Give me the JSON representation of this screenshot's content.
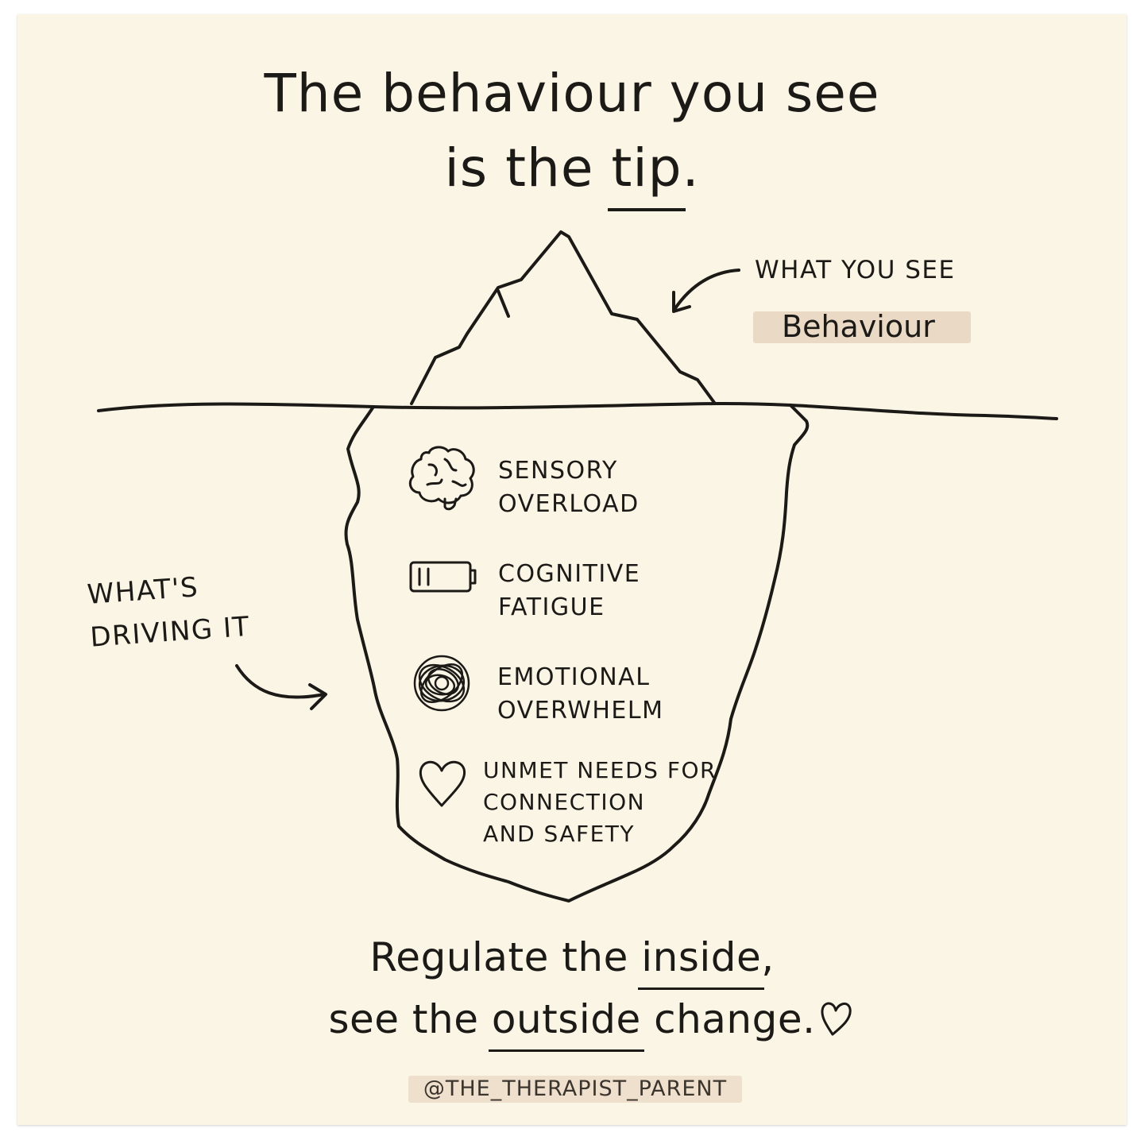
{
  "title": {
    "line1": "The behaviour you see",
    "line2_prefix": "is the ",
    "line2_emphasis": "tip",
    "line2_suffix": "."
  },
  "above_water": {
    "label": "WHAT YOU SEE",
    "highlight": "Behaviour"
  },
  "below_water": {
    "label_line1": "WHAT'S",
    "label_line2": "DRIVING IT",
    "items": [
      {
        "icon": "brain-icon",
        "line1": "SENSORY",
        "line2": "OVERLOAD"
      },
      {
        "icon": "low-battery-icon",
        "line1": "COGNITIVE",
        "line2": "FATIGUE"
      },
      {
        "icon": "tangled-scribble-icon",
        "line1": "EMOTIONAL",
        "line2": "OVERWHELM"
      },
      {
        "icon": "heart-icon",
        "line1": "UNMET NEEDS FOR",
        "line2": "CONNECTION",
        "line3": "AND SAFETY"
      }
    ]
  },
  "footer": {
    "line1_prefix": "Regulate the ",
    "line1_emphasis": "inside",
    "line1_suffix": ",",
    "line2_prefix": "see the ",
    "line2_emphasis": "outside",
    "line2_suffix": " change.",
    "handle": "@THE_THERAPIST_PARENT"
  },
  "colors": {
    "background": "#fbf5e6",
    "ink": "#1c1a17",
    "highlight": "#ead9c5"
  }
}
